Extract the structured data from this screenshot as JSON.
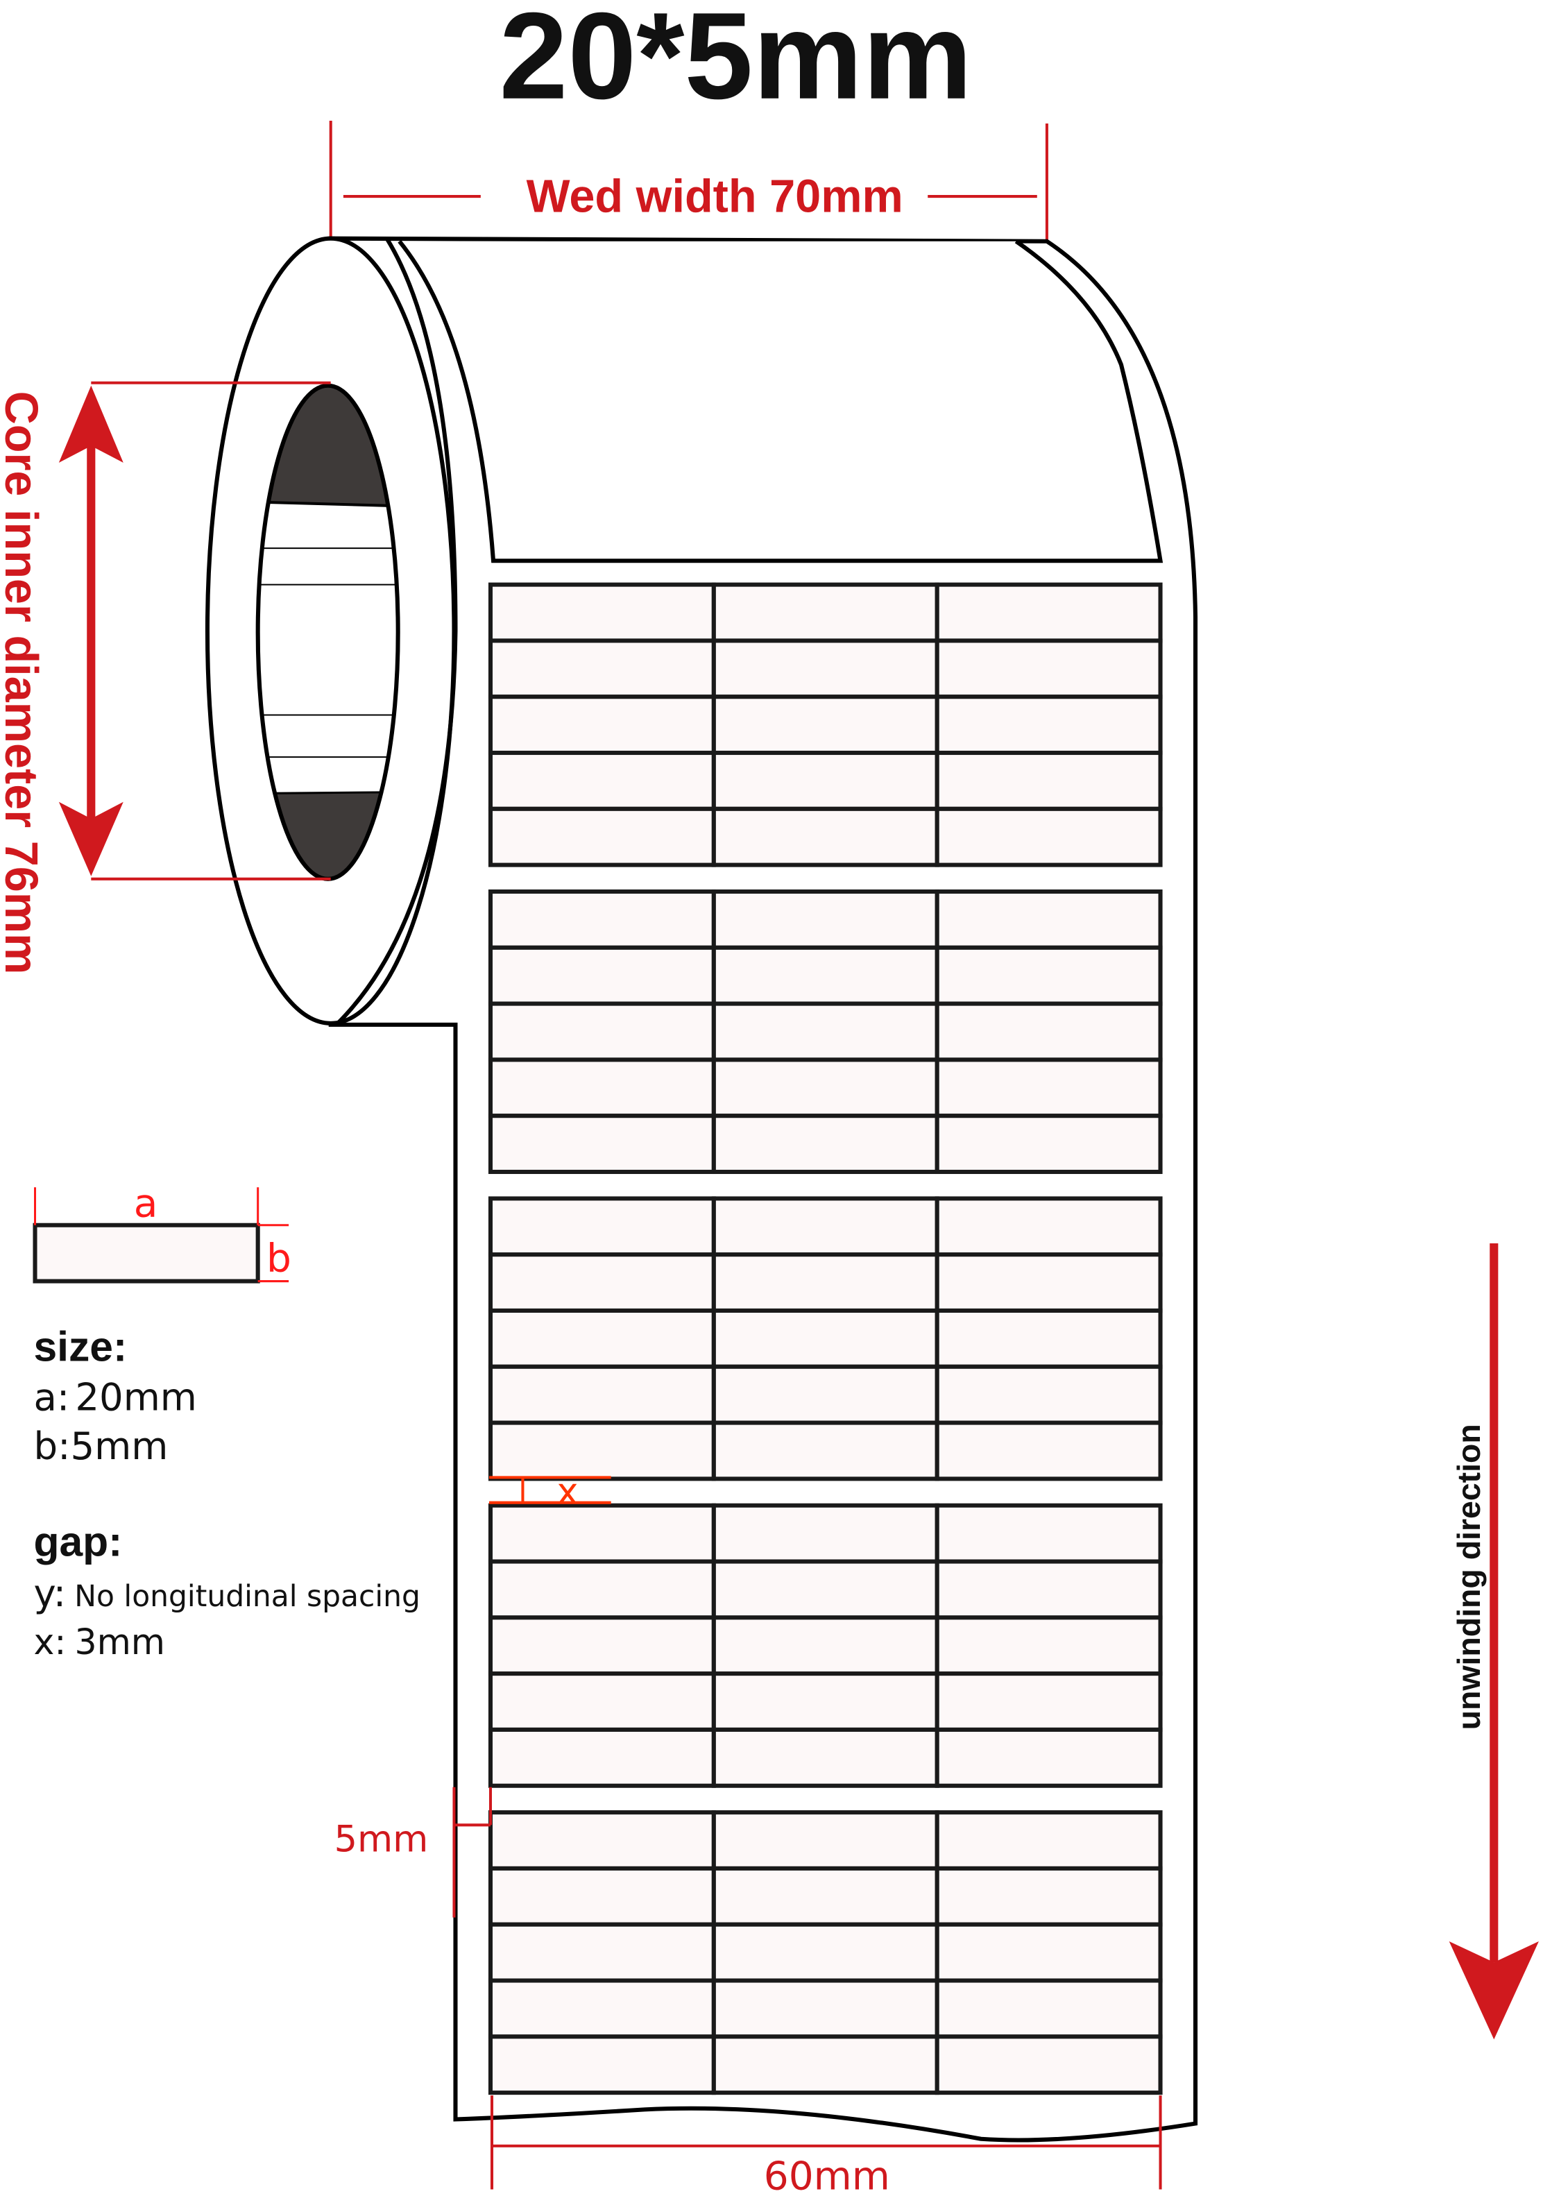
{
  "title": "20*5mm",
  "web_width_label": "Wed width 70mm",
  "core_label": "Core inner diameter 76mm",
  "unwind_label": "unwinding direction",
  "label_height_dim": "5mm",
  "liner_width_dim": "60mm",
  "gap_marker": "x",
  "legend": {
    "a_marker": "a",
    "b_marker": "b",
    "size_heading": "size:",
    "a_key": "a:",
    "a_value": "20mm",
    "b_key": "b:",
    "b_value": "5mm",
    "gap_heading": "gap:",
    "y_key": "y:",
    "y_value": "No longitudinal spacing",
    "x_key": "x:",
    "x_value": "3mm"
  },
  "label_grid": {
    "groups": 5,
    "rows_per_group": 5,
    "columns": 3
  },
  "colors": {
    "accent": "#d0191e",
    "gap_marker": "#ff3300",
    "label_fill": "#fdf8f8",
    "core_dark": "#3e3a39"
  }
}
